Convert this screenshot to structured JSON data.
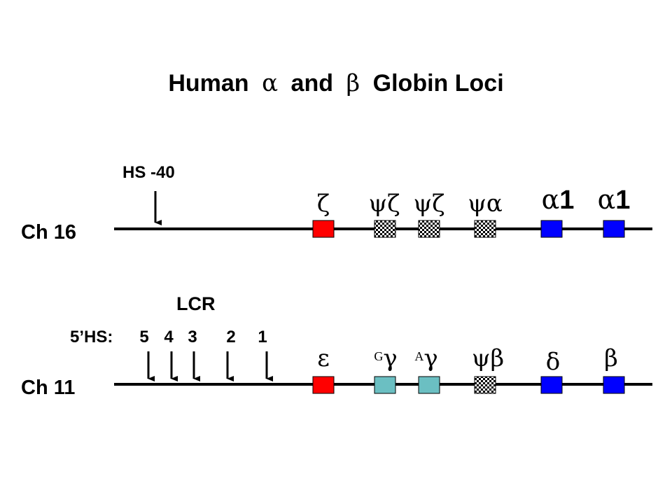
{
  "title": {
    "prefix": "Human",
    "alpha": "α",
    "middle": "and",
    "beta": "β",
    "suffix": "Globin Loci"
  },
  "colors": {
    "embryonic": "#ff0000",
    "fetal": "#6bbfc2",
    "adult": "#0000ff",
    "pseudogene": "checkerboard black/white",
    "line": "#000000"
  },
  "ch16": {
    "label": "Ch 16",
    "hs_label": "HS -40",
    "genes": [
      {
        "symbol": "ζ",
        "type": "embryonic"
      },
      {
        "symbol": "ψζ",
        "type": "pseudogene"
      },
      {
        "symbol": "ψζ",
        "type": "pseudogene"
      },
      {
        "symbol": "ψα",
        "type": "pseudogene"
      },
      {
        "symbol": "α",
        "suffix": "1",
        "type": "adult"
      },
      {
        "symbol": "α",
        "suffix": "1",
        "type": "adult"
      }
    ]
  },
  "ch11": {
    "label": "Ch 11",
    "lcr_label": "LCR",
    "hs_prefix": "5’HS:",
    "hs_sites": [
      "5",
      "4",
      "3",
      "2",
      "1"
    ],
    "genes": [
      {
        "symbol": "ε",
        "type": "embryonic"
      },
      {
        "prefix": "G",
        "symbol": "γ",
        "type": "fetal"
      },
      {
        "prefix": "A",
        "symbol": "γ",
        "type": "fetal"
      },
      {
        "symbol": "ψβ",
        "type": "pseudogene"
      },
      {
        "symbol": "δ",
        "type": "adult"
      },
      {
        "symbol": "β",
        "type": "adult"
      }
    ]
  }
}
